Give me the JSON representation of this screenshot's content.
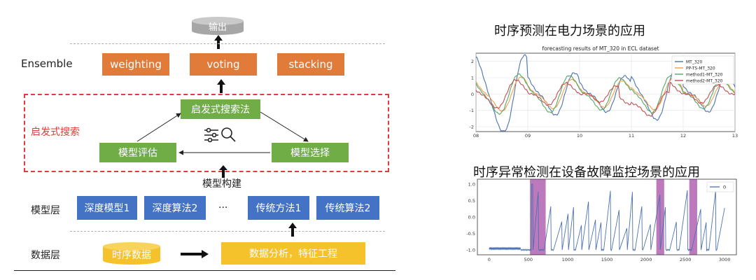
{
  "left": {
    "output_label": "输出",
    "ensemble_label": "Ensemble",
    "ensemble_items": [
      "weighting",
      "voting",
      "stacking"
    ],
    "heuristic_label": "启发式搜索",
    "heuristic_search": "启发式搜索法",
    "model_eval": "模型评估",
    "model_select": "模型选择",
    "model_build": "模型构建",
    "model_layer_label": "模型层",
    "model_items": [
      "深度模型1",
      "深度算法2",
      "···",
      "传统方法1",
      "传统算法2"
    ],
    "data_layer_label": "数据层",
    "ts_data": "时序数据",
    "data_analysis": "数据分析，特征工程"
  },
  "right": {
    "title1": "时序预测在电力场景的应用",
    "title2": "时序异常检测在设备故障监控场景的应用"
  },
  "chart_data": [
    {
      "type": "line",
      "title": "forecasting results of MT_320 in ECL dataset",
      "x_ticks": [
        "08",
        "09",
        "10",
        "11",
        "12",
        "13"
      ],
      "y_ticks": [
        "2",
        "1",
        "0",
        "-1",
        "-2"
      ],
      "ylim": [
        -2.3,
        2.5
      ],
      "legend_position": "top-right",
      "series": [
        {
          "name": "MT_320",
          "color": "#4c72b0"
        },
        {
          "name": "PP-TS-MT_320",
          "color": "#f0a04b"
        },
        {
          "name": "method1-MT_320",
          "color": "#55a868"
        },
        {
          "name": "method2-MT_320",
          "color": "#c44e52"
        }
      ]
    },
    {
      "type": "line",
      "x_ticks": [
        "0",
        "500",
        "1000",
        "1500",
        "2000",
        "2500",
        "3000"
      ],
      "y_ticks": [
        "1.0",
        "0.5",
        "0.0",
        "-0.5",
        "-1.0"
      ],
      "xlim": [
        -150,
        3150
      ],
      "ylim": [
        -1.15,
        1.15
      ],
      "legend_position": "top-right",
      "series": [
        {
          "name": "0",
          "color": "#4c72b0"
        }
      ],
      "highlight_ranges": [
        [
          520,
          720
        ],
        [
          2130,
          2230
        ],
        [
          2550,
          2650
        ]
      ],
      "highlight_color": "#a64ca6"
    }
  ]
}
